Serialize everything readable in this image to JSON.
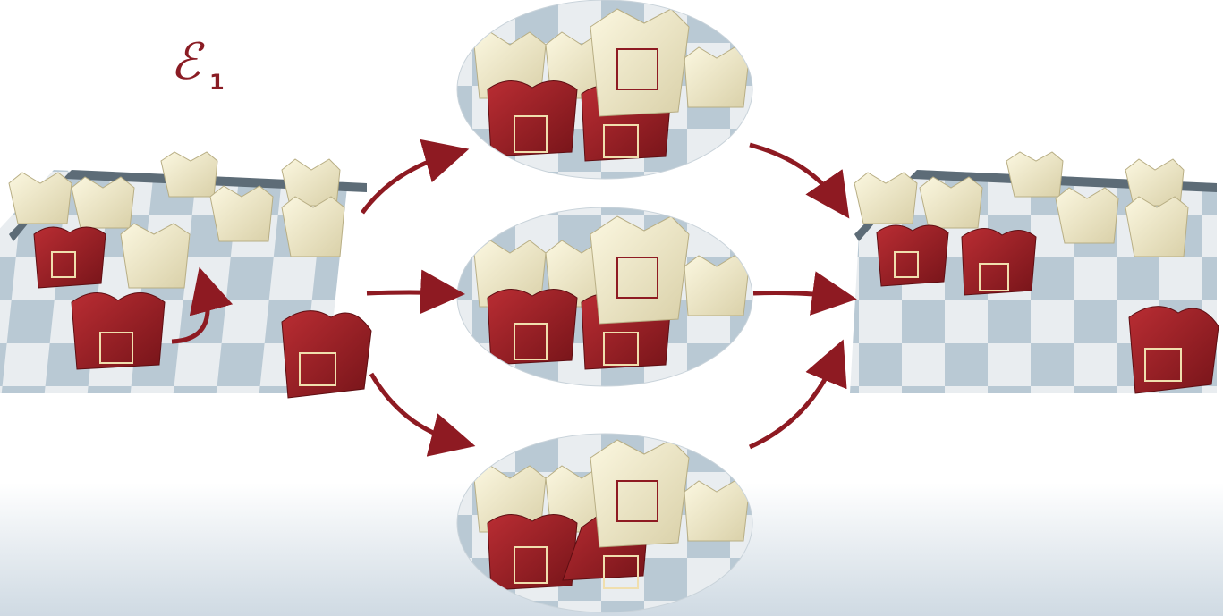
{
  "title": {
    "symbol": "ℰ",
    "subscript": "1"
  },
  "colors": {
    "red_piece": "#a5242a",
    "red_piece_dark": "#7b161b",
    "cream_piece": "#f4efcf",
    "cream_piece_dark": "#d8cfa6",
    "board_light": "#e8ecef",
    "board_dark": "#aebfcc",
    "board_edge": "#5d6c77",
    "arrow": "#8e1a22"
  },
  "icons": {
    "move_arrow": "curved-move-arrow",
    "card_move_grid": "move-pattern-card",
    "transition_arrow": "transition-arrow"
  }
}
